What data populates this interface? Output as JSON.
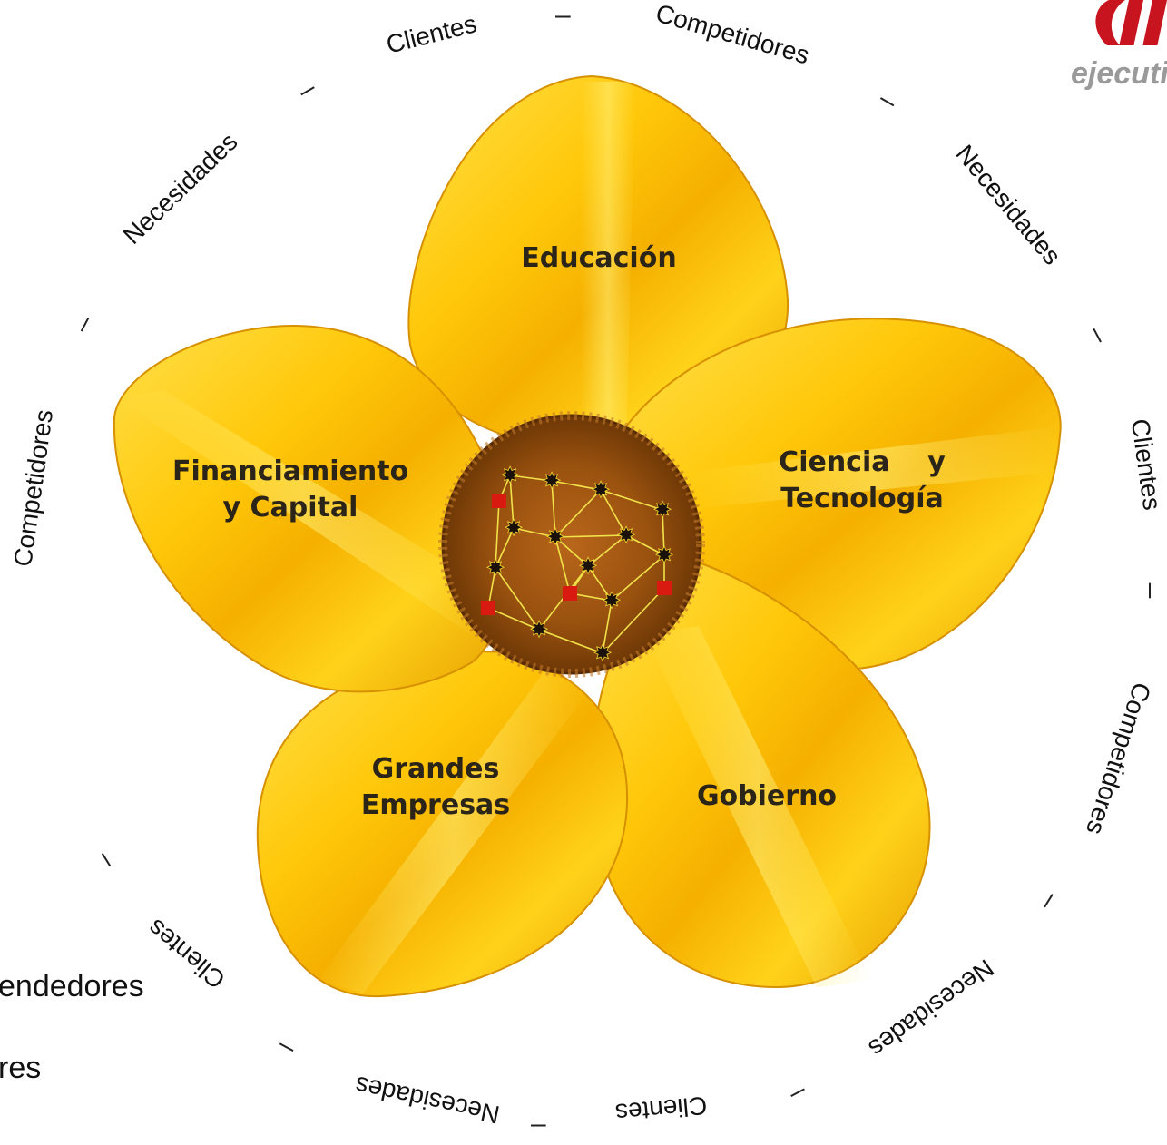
{
  "petals": {
    "top": [
      "Educación"
    ],
    "right": [
      "Ciencia    y",
      "Tecnología"
    ],
    "bottom_right": [
      "Gobierno"
    ],
    "bottom_left": [
      "Grandes",
      "Empresas"
    ],
    "left": [
      "Financiamiento",
      "y Capital"
    ]
  },
  "ring_words": {
    "clientes": "Clientes",
    "competidores": "Competidores",
    "necesidades": "Necesidades",
    "dash": "–"
  },
  "edge_texts": {
    "left_upper": "endedores",
    "left_lower": "res"
  },
  "logo": {
    "word": "ejecuti",
    "accent_color": "#c8141e"
  },
  "colors": {
    "petal_light": "#ffd21a",
    "petal_mid": "#f7b600",
    "petal_dark": "#e39a00",
    "center": "#8a4a0c",
    "node_marker": "#d91a10"
  }
}
